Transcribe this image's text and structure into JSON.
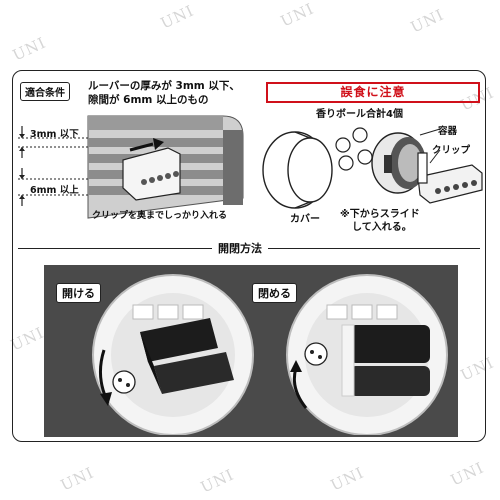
{
  "watermark": "UNI",
  "conditions": {
    "tag": "適合条件",
    "line1": "ルーバーの厚みが 3mm 以下、",
    "line2": "隙間が 6mm 以上のもの"
  },
  "dimensions": {
    "thickness": "3mm 以下",
    "gap": "6mm 以上"
  },
  "clip_instruction": "クリップを奥までしっかり入れる",
  "warning": "誤食に注意",
  "parts": {
    "balls": "香りボール合計4個",
    "container": "容器",
    "clip": "クリップ",
    "cover": "カバー",
    "slide_note_line1": "※下からスライド",
    "slide_note_line2": "して入れる。"
  },
  "open_close": {
    "title": "開閉方法",
    "open_label": "開ける",
    "close_label": "閉める"
  },
  "colors": {
    "warning": "#d0101a",
    "panel_bg": "#4a4a4a",
    "knob": "#1c1c1c"
  }
}
